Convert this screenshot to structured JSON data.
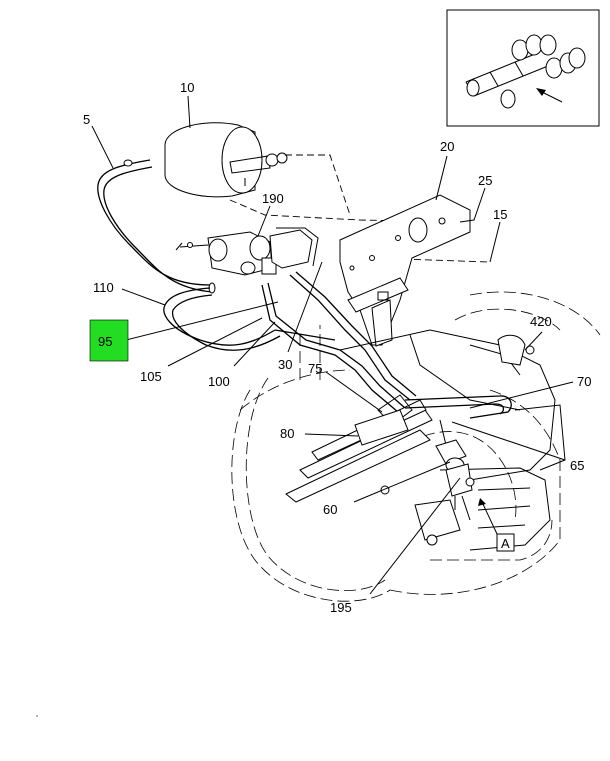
{
  "labels": {
    "l5": "5",
    "l10": "10",
    "l20": "20",
    "l25": "25",
    "l15": "15",
    "l190": "190",
    "l110": "110",
    "l95": "95",
    "l105": "105",
    "l100": "100",
    "l30": "30",
    "l75": "75",
    "l420": "420",
    "l70": "70",
    "l80": "80",
    "l65": "65",
    "l60": "60",
    "lA": "A",
    "l195": "195"
  },
  "colors": {
    "highlight": "#22dd22",
    "line": "#000000",
    "background": "#ffffff"
  }
}
